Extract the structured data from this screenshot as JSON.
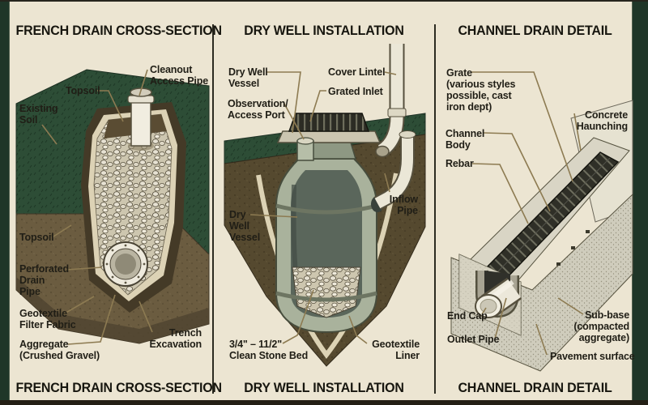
{
  "colors": {
    "background": "#ece5d2",
    "frame_green": "#1f3628",
    "title_text": "#17160f",
    "label_text": "#201e16",
    "leader_line": "#8d7b52",
    "grass": "#2d4d36",
    "soil": "#6b5c40",
    "gravel": "#d8d3c2",
    "concrete": "#d9d5c5",
    "pipe_white": "#f1ede0",
    "grate_dark": "#2f2f27"
  },
  "panels": [
    {
      "title": "FRENCH DRAIN CROSS-SECTION",
      "footer": "FRENCH DRAIN CROSS-SECTION",
      "labels": {
        "cleanout": "Cleanout\nAccess Pipe",
        "topsoil_top": "Topsoil",
        "existing_soil": "Existing\nSoil",
        "topsoil_bottom": "Topsoil",
        "perforated_pipe": "Perforated\nDrain\nPipe",
        "geotextile": "Geotextile\nFilter Fabric",
        "aggregate": "Aggregate\n(Crushed Gravel)",
        "trench": "Trench\nExcavation"
      }
    },
    {
      "title": "DRY WELL INSTALLATION",
      "footer": "DRY WELL INSTALLATION",
      "labels": {
        "dry_well_top": "Dry Well\nVessel",
        "cover_lintel": "Cover Lintel",
        "grated_inlet": "Grated Inlet",
        "observation_port": "Observation/\nAccess Port",
        "inflow_pipe": "Inflow\nPipe",
        "dry_well_mid": "Dry\nWell\nVessel",
        "stone_bed": "3/4\" – 11/2\"\nClean Stone Bed",
        "geotextile_liner": "Geotextile\nLiner"
      }
    },
    {
      "title": "CHANNEL DRAIN DETAIL",
      "footer": "CHANNEL DRAIN DETAIL",
      "labels": {
        "grate": "Grate\n(various styles\npossible, cast\niron dept)",
        "concrete_haunching": "Concrete\nHaunching",
        "channel_body": "Channel\nBody",
        "rebar": "Rebar",
        "end_cap": "End Cap",
        "outlet_pipe": "Outlet Pipe",
        "sub_base": "Sub-base\n(compacted\naggregate)",
        "pavement": "Pavement surface"
      }
    }
  ]
}
